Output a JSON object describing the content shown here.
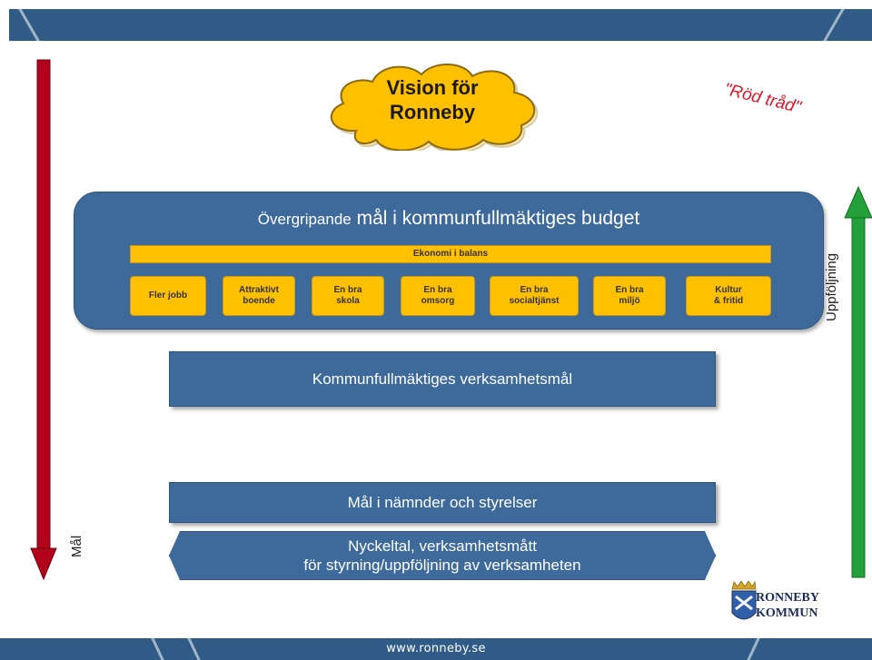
{
  "vision": {
    "line1": "Vision för",
    "line2": "Ronneby"
  },
  "red_thread": "\"Röd tråd\"",
  "main_panel": {
    "title_lead": "Övergripande",
    "title_rest": "mål i kommunfullmäktiges budget",
    "ekonomi": "Ekonomi i balans",
    "goals": [
      "Fler jobb",
      "Attraktivt\nboende",
      "En bra\nskola",
      "En bra\nomsorg",
      "En bra\nsocialtjänst",
      "En bra\nmiljö",
      "Kultur\n& fritid"
    ]
  },
  "levels": {
    "verksamhetsmal": "Kommunfullmäktiges  verksamhetsmål",
    "namnder": "Mål i nämnder  och styrelser",
    "nyckeltal": "Nyckeltal,  verksamhetsmått\nför styrning/uppföljning  av verksamheten"
  },
  "arrows": {
    "left_label": "Mål",
    "right_label": "Uppföljning",
    "left_color": "#b3001b",
    "right_color": "#23a03a"
  },
  "logo": {
    "line1": "RONNEBY",
    "line2": "KOMMUN"
  },
  "footer": {
    "url": "www.ronneby.se"
  },
  "colors": {
    "panel": "#3d6a9b",
    "goal": "#ffc000",
    "bar": "#2f5b86"
  }
}
